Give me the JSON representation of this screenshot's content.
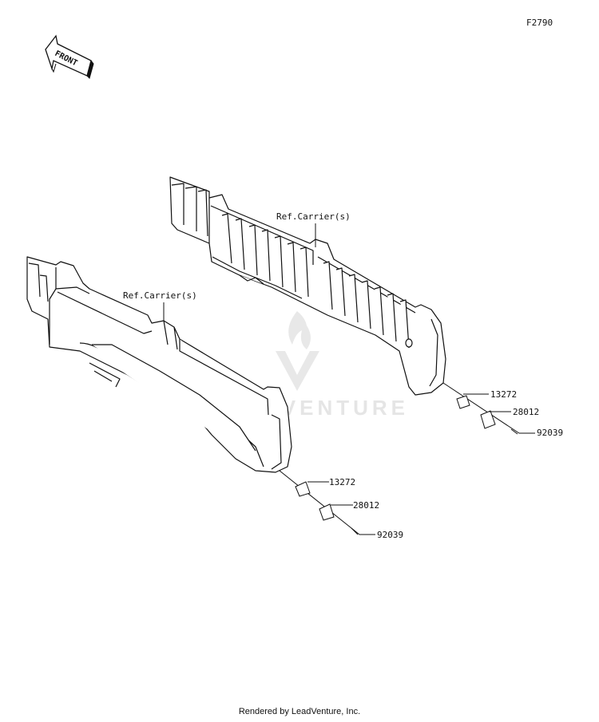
{
  "diagram": {
    "figure_code": "F2790",
    "front_arrow_label": "FRONT",
    "watermark": "LEADVENTURE",
    "callouts": {
      "ref_upper": "Ref.Carrier(s)",
      "ref_lower": "Ref.Carrier(s)",
      "upper_13272": "13272",
      "upper_28012": "28012",
      "upper_92039": "92039",
      "lower_13272": "13272",
      "lower_28012": "28012",
      "lower_92039": "92039"
    }
  },
  "footer": {
    "text": "Rendered by LeadVenture, Inc."
  }
}
